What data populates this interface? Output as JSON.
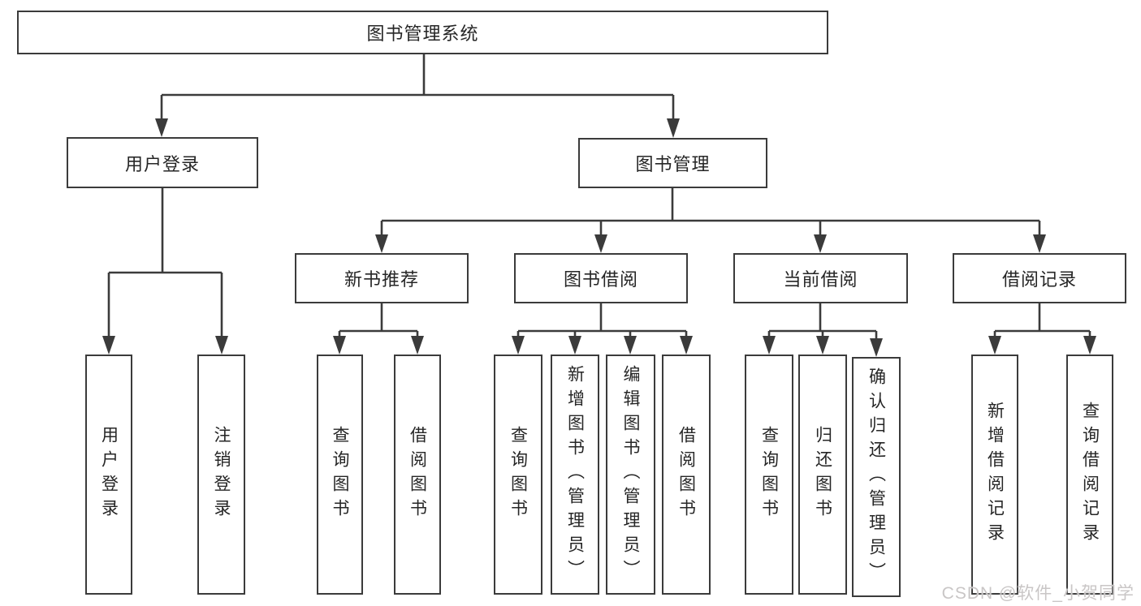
{
  "colors": {
    "line": "#3b3b3b",
    "text": "#262626",
    "background": "#ffffff",
    "watermark": "#c9c6c6"
  },
  "watermark": {
    "text": "CSDN @软件_小贺同学"
  },
  "tree": {
    "label": "图书管理系统",
    "children": [
      {
        "label": "用户登录",
        "children": [
          {
            "label": "用户登录"
          },
          {
            "label": "注销登录"
          }
        ]
      },
      {
        "label": "图书管理",
        "children": [
          {
            "label": "新书推荐",
            "children": [
              {
                "label": "查询图书"
              },
              {
                "label": "借阅图书"
              }
            ]
          },
          {
            "label": "图书借阅",
            "children": [
              {
                "label": "查询图书"
              },
              {
                "label": "新增图书（管理员）"
              },
              {
                "label": "编辑图书（管理员）"
              },
              {
                "label": "借阅图书"
              }
            ]
          },
          {
            "label": "当前借阅",
            "children": [
              {
                "label": "查询图书"
              },
              {
                "label": "归还图书"
              },
              {
                "label": "确认归还（管理员）"
              }
            ]
          },
          {
            "label": "借阅记录",
            "children": [
              {
                "label": "新增借阅记录"
              },
              {
                "label": "查询借阅记录"
              }
            ]
          }
        ]
      }
    ]
  }
}
